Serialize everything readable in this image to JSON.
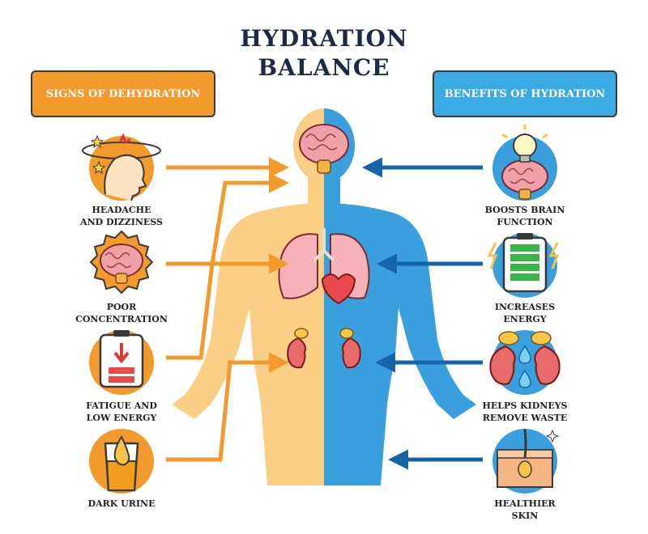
{
  "title": {
    "line1": "HYDRATION",
    "line2": "BALANCE"
  },
  "left_banner": "SIGNS OF DEHYDRATION",
  "right_banner": "BENEFITS OF HYDRATION",
  "left_items": [
    {
      "line1": "HEADACHE",
      "line2": "AND DIZZINESS"
    },
    {
      "line1": "POOR",
      "line2": "CONCENTRATION"
    },
    {
      "line1": "FATIGUE AND",
      "line2": "LOW ENERGY"
    },
    {
      "line1": "DARK URINE",
      "line2": ""
    }
  ],
  "right_items": [
    {
      "line1": "BOOSTS BRAIN",
      "line2": "FUNCTION"
    },
    {
      "line1": "INCREASES",
      "line2": "ENERGY"
    },
    {
      "line1": "HELPS KIDNEYS",
      "line2": "REMOVE WASTE"
    },
    {
      "line1": "HEALTHIER",
      "line2": "SKIN"
    }
  ],
  "colors": {
    "orange": "#f39a2c",
    "blue": "#3aaae3",
    "dark_blue": "#1565a8",
    "text": "#1d2a44"
  }
}
